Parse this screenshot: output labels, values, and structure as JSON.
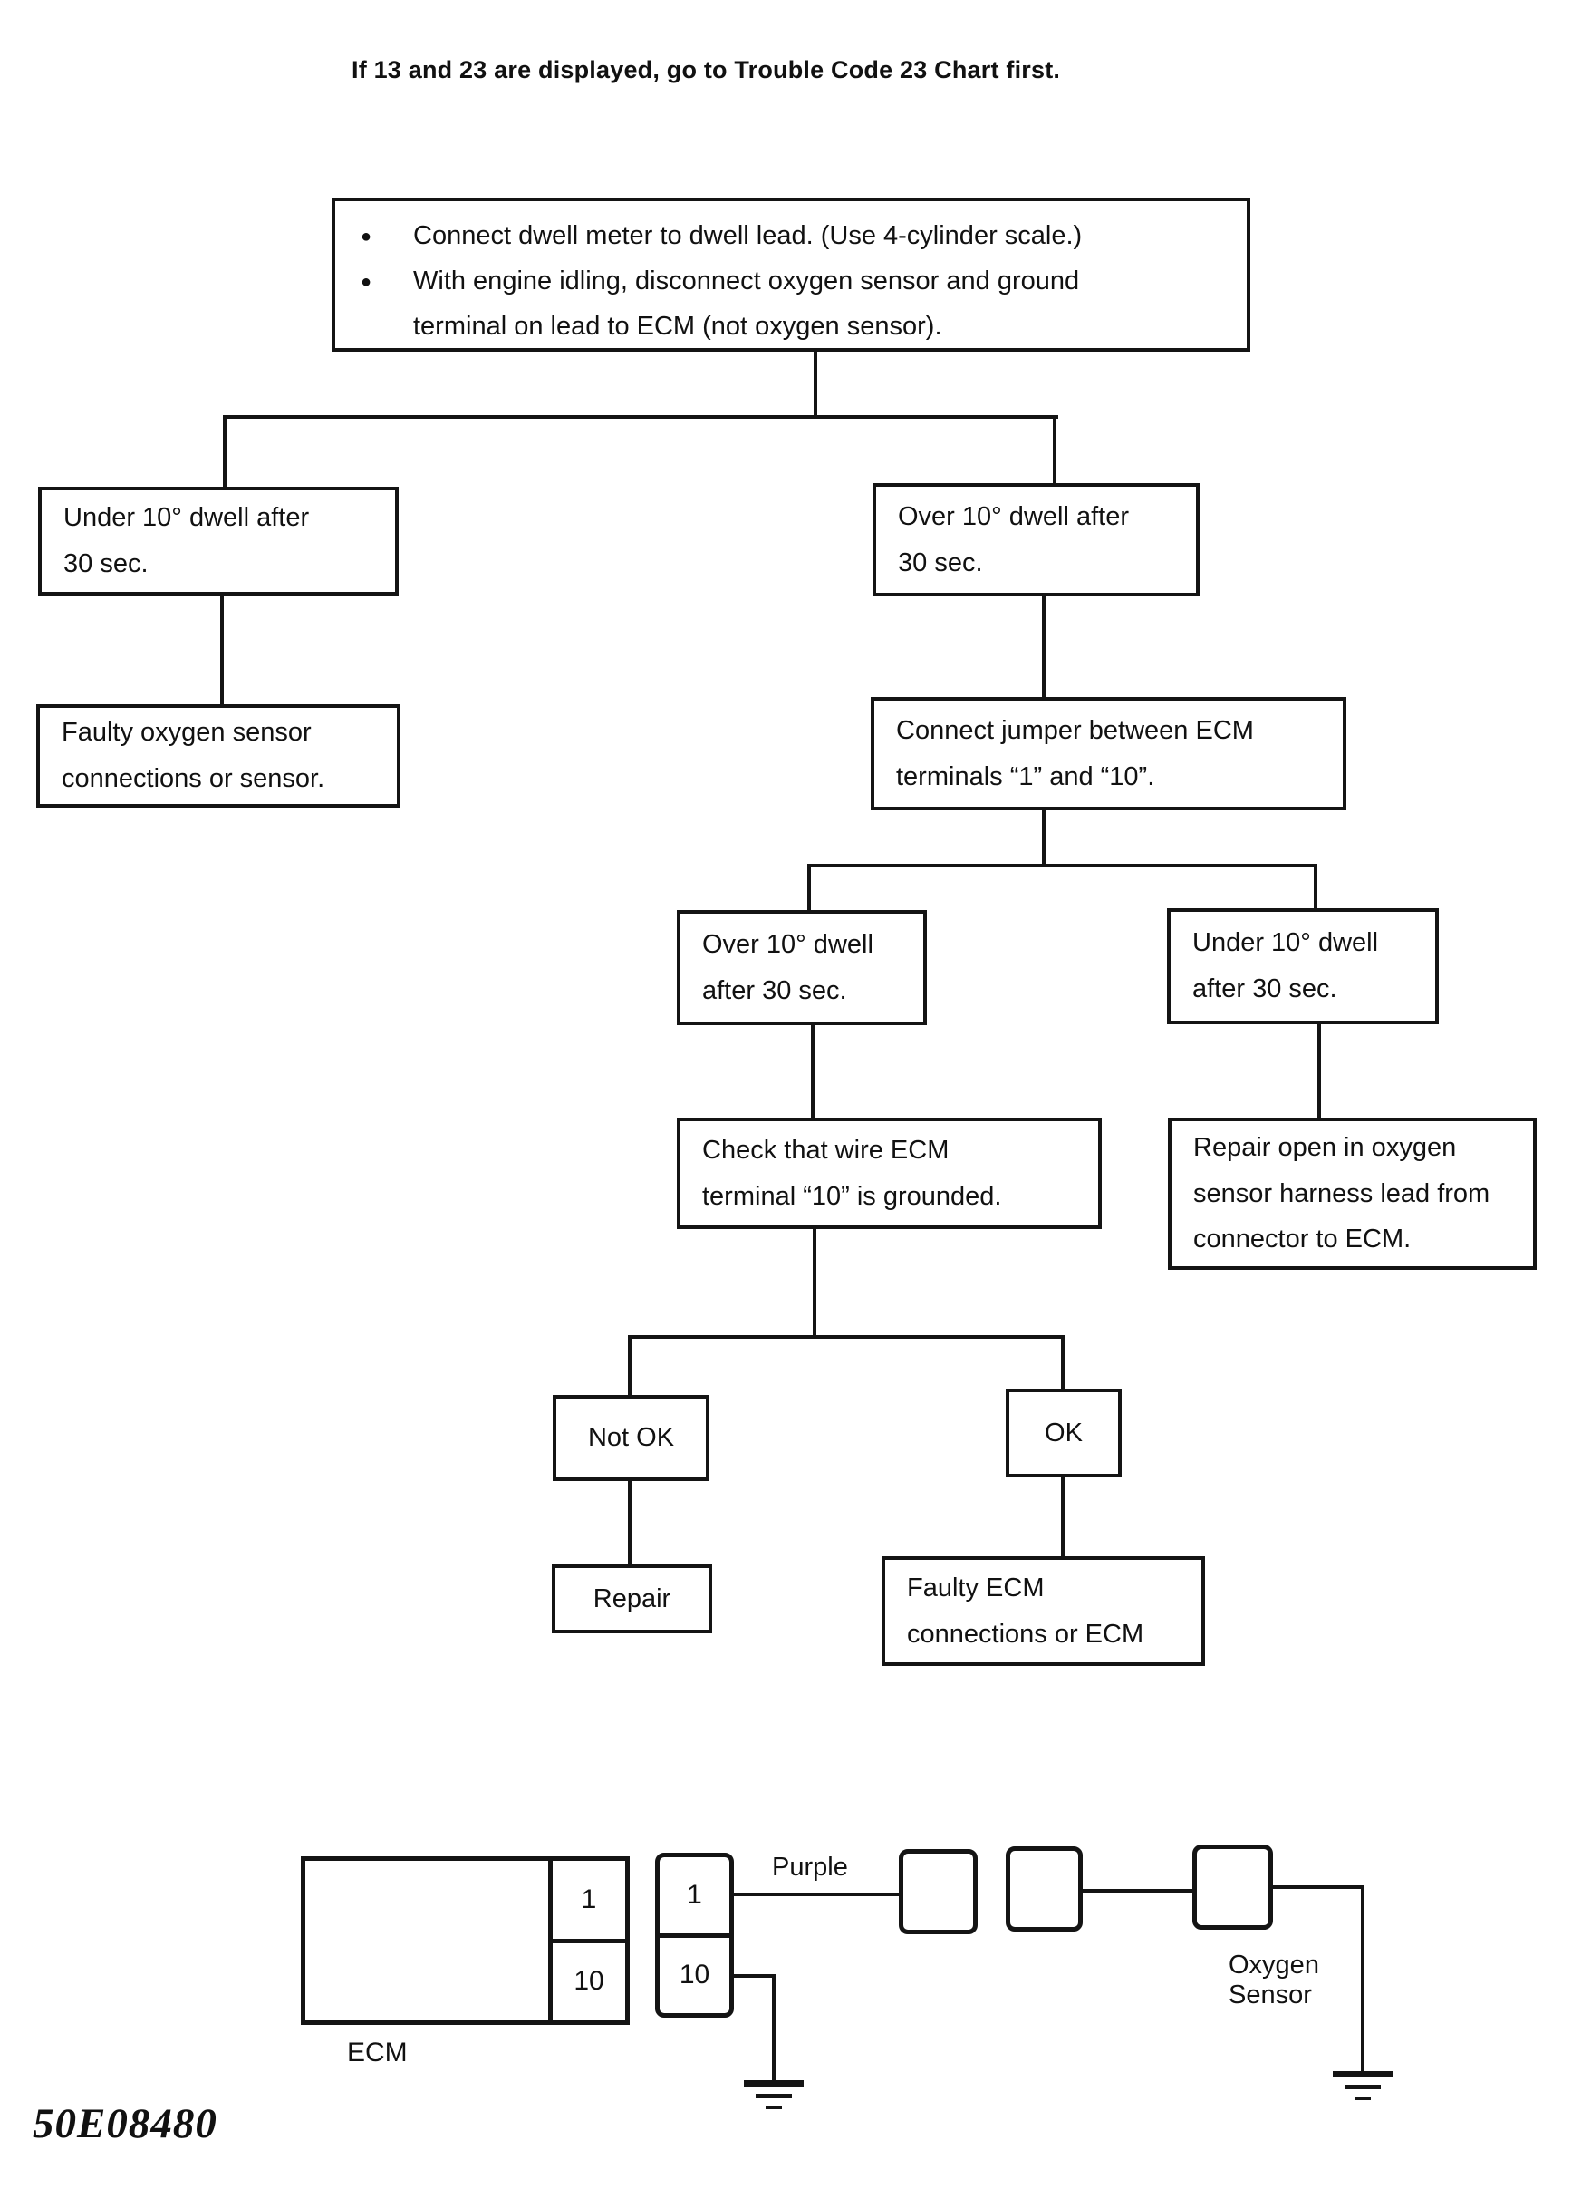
{
  "page": {
    "header_note": "If 13 and 23 are displayed, go to Trouble Code 23 Chart first.",
    "figure_code": "50E08480",
    "bullet_char": "●"
  },
  "flowchart": {
    "start": {
      "bullet_1": "Connect dwell meter to dwell lead.  (Use 4-cylinder scale.)",
      "bullet_2": "With engine idling, disconnect oxygen sensor and ground\nterminal on lead to ECM (not oxygen sensor)."
    },
    "under_10_first": "Under 10° dwell after\n30 sec.",
    "over_10_first": "Over 10° dwell after\n30 sec.",
    "faulty_oxygen_sensor": "Faulty oxygen sensor\nconnections or sensor.",
    "connect_jumper": "Connect jumper between ECM\nterminals “1” and “10”.",
    "over_10_second": "Over 10° dwell\nafter 30 sec.",
    "under_10_second": "Under 10° dwell\nafter 30 sec.",
    "check_ground": "Check that wire ECM\nterminal “10” is grounded.",
    "repair_open": "Repair open in oxygen\nsensor harness lead from\nconnector to ECM.",
    "not_ok": "Not OK",
    "ok": "OK",
    "repair": "Repair",
    "faulty_ecm": "Faulty ECM\nconnections or ECM"
  },
  "wiring": {
    "ecm_label": "ECM",
    "ecm_terminal_1": "1",
    "ecm_terminal_10": "10",
    "connector_terminal_1": "1",
    "connector_terminal_10": "10",
    "wire_color": "Purple",
    "oxygen_sensor_label": "Oxygen\nSensor"
  }
}
